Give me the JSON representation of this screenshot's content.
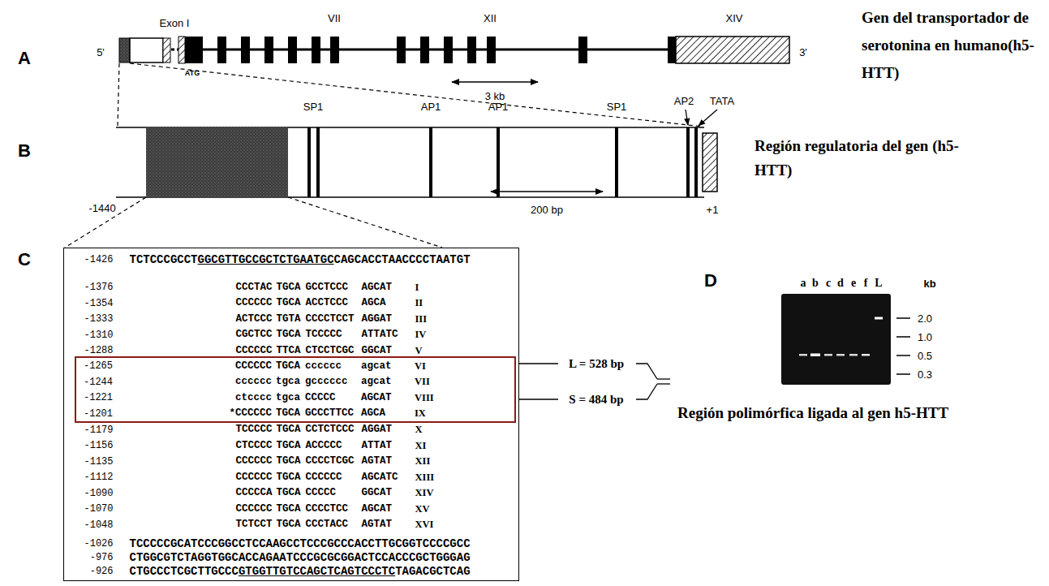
{
  "diagram": {
    "nodes": [
      {
        "text": [
          "-1426",
          "TCTCCCGCCT",
          "GGCGTTGCCGCTCTGAATGC",
          "CAGCACCTAACCCCTAATGT",
          "-1376",
          "CCCTAC",
          "TGCA",
          "GCCTCCC",
          "AGCAT",
          "I",
          "-1354",
          "CCCCCC",
          "TGCA",
          "ACCTCCC",
          "AGCA",
          "II",
          "-1333",
          "ACTCCC",
          "TGTA",
          "CCCCTCCT",
          "AGGAT",
          "III",
          "-1310",
          "CGCTCC",
          "TGCA",
          "TCCCCC",
          "ATTATC",
          "IV",
          "-1288",
          "CCCCCC",
          "TTCA",
          "CTCCTCGC",
          "GGCAT",
          "V",
          "-1179",
          "TCCCCC",
          "TGCA",
          "CCTCTCCC",
          "AGGAT",
          "X",
          "-1156",
          "CTCCCC",
          "TGCA",
          "ACCCCC",
          "ATTAT",
          "XI",
          "-1135",
          "CCCCCC",
          "TGCA",
          "CCCCTCGC",
          "AGTAT",
          "XII",
          "-1112",
          "CCCCCC",
          "TGCA",
          "CCCCCC",
          "AGCATC",
          "XIII",
          "-1090",
          "CCCCCA",
          "TGCA",
          "CCCCC",
          "GGCAT",
          "XIV",
          "-1070",
          "CCCCCC",
          "TGCA",
          "CCCCTCC",
          "AGCAT",
          "XV",
          "-1048",
          "TCTCCT",
          "TGCA",
          "CCCTACC",
          "AGTAT",
          "XVI",
          "-1026",
          "TCCCCCGCATCCCGGCCTCCAAGCCTCCCGCCCACCTTGCGGTCCCCGCC",
          "-976",
          "CTGGCGTCTAGGTGGCACCAGAATCCCGCGCGGACTCCACCCGCTGGGAG",
          "-926",
          "CTGCCCTCGCTTGCCC",
          "GTGGTTGTCCAGCTCAGTCCCTC",
          "TAGACGCTCAG"
        ]
      },
      {
        "text": [
          "-1265",
          "CCCCCC",
          "TGCA",
          "cccccc",
          "agcat",
          "VI",
          "-1244",
          "cccccc",
          "tgca",
          "gcccccc",
          "agcat",
          "VII",
          "-1221",
          "ctcccc",
          "tgca",
          "CCCCC",
          "AGCAT",
          "VIII",
          "-1201",
          "*CCCCCC",
          "TGCA",
          "GCCCTTCC",
          "AGCA",
          "IX"
        ],
        "in": 0
      }
    ],
    "labels": [
      "A",
      "Exon I",
      "VII",
      "XII",
      "XIV",
      "Gen del transportador de serotonina en humano(h5-HTT)",
      "5'",
      "3'",
      "ATG",
      "3 kb",
      "B",
      "SP1",
      "AP1",
      "AP1",
      "SP1",
      "AP2",
      "TATA",
      "Región regulatoria del gen (h5-HTT)",
      "-1440",
      "200 bp",
      "+1",
      "C",
      "D",
      "a",
      "b",
      "c",
      "d",
      "e",
      "f",
      "L",
      "kb",
      "2.0",
      "1.0",
      "0.5",
      "0.3",
      "L = 528 bp",
      "S = 484 bp",
      "Región polimórfica ligada al gen h5-HTT"
    ]
  }
}
